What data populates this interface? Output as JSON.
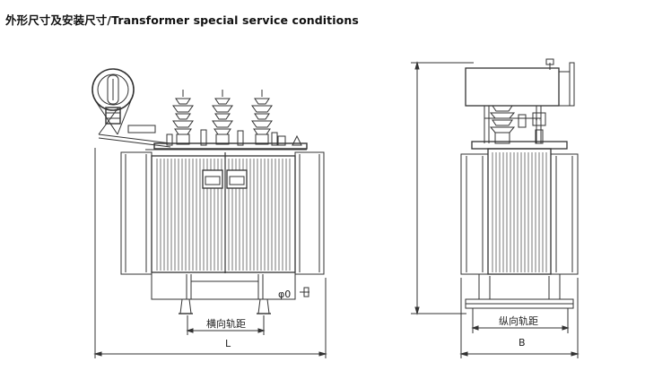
{
  "title": "外形尺寸及安装尺寸/Transformer special service conditions",
  "labels": {
    "horizontal_gauge": "横向轨距",
    "longitudinal_gauge": "纵向轨距",
    "length": "L",
    "width": "B",
    "gauge_symbol": "φ0"
  }
}
